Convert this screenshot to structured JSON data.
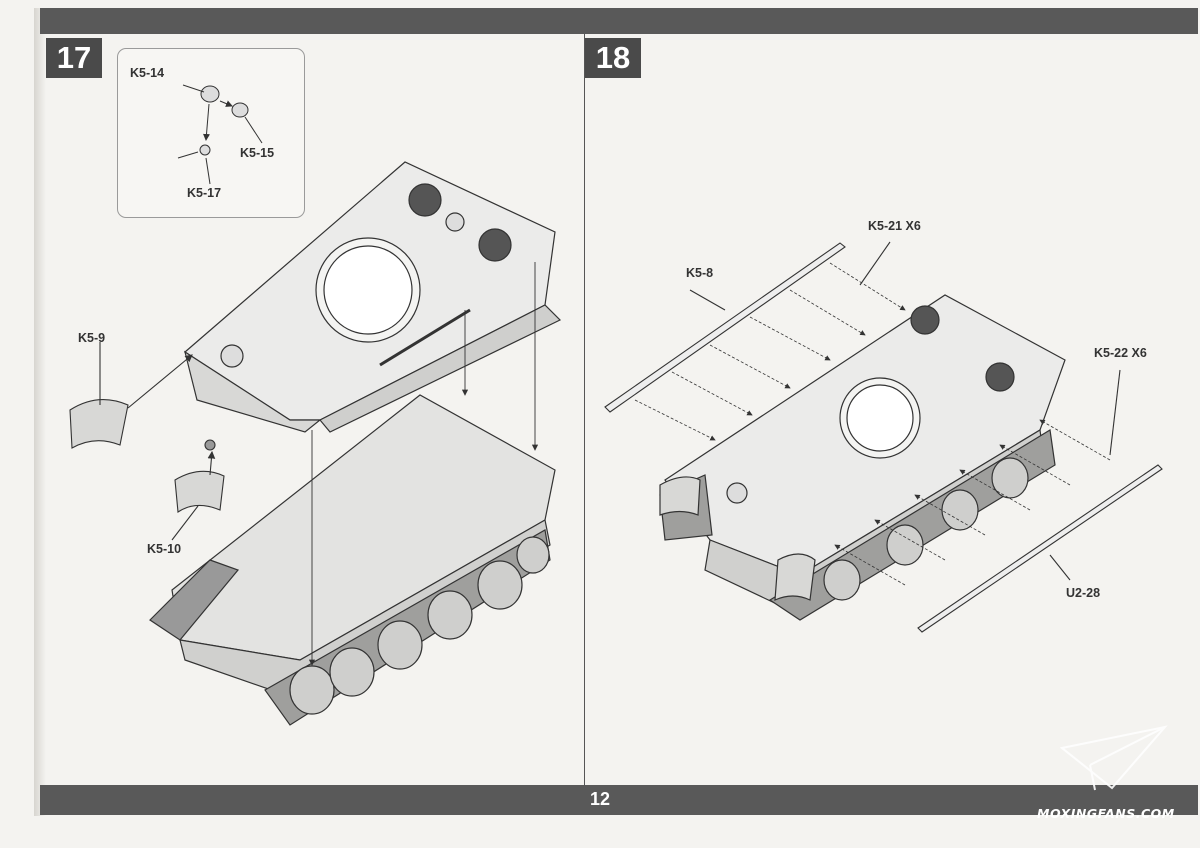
{
  "page_number": "12",
  "steps": [
    {
      "number": "17",
      "labels": [
        "K5-14",
        "K5-15",
        "K5-17",
        "K5-9",
        "K5-10"
      ]
    },
    {
      "number": "18",
      "labels": [
        "K5-21 X6",
        "K5-8",
        "K5-22 X6",
        "U2-28"
      ]
    }
  ],
  "watermark": "MOXINGFANS.COM",
  "icons": [
    "tank-hull-drawing",
    "tank-upper-hull-drawing",
    "paper-plane-logo-icon"
  ]
}
